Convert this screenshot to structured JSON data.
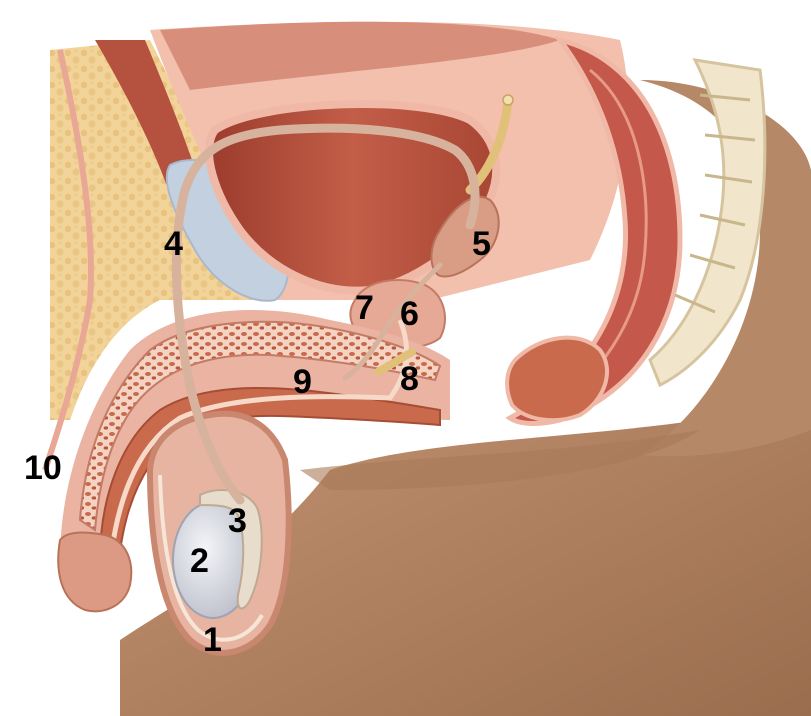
{
  "labels": {
    "l1": "1",
    "l2": "2",
    "l3": "3",
    "l4": "4",
    "l5": "5",
    "l6": "6",
    "l7": "7",
    "l8": "8",
    "l9": "9",
    "l10": "10"
  },
  "colors": {
    "skin": "#b58867",
    "skin_dark": "#8f6446",
    "fat": "#f2d49a",
    "fat_dot": "#e7bd74",
    "tissue_pink": "#eab3a2",
    "muscle": "#b5523f",
    "muscle_dark": "#8e3324",
    "bladder": "#b3513d",
    "rectum": "#c4584a",
    "erectile": "#c96a4c",
    "erectile_light": "#f2c7b0",
    "bone": "#f1e6cc",
    "vas": "#d7b39e",
    "ureter": "#e1c17a",
    "testis": "#dcdde4",
    "pubic_bone": "#c3d0e0",
    "hair": "#5a3b26"
  }
}
